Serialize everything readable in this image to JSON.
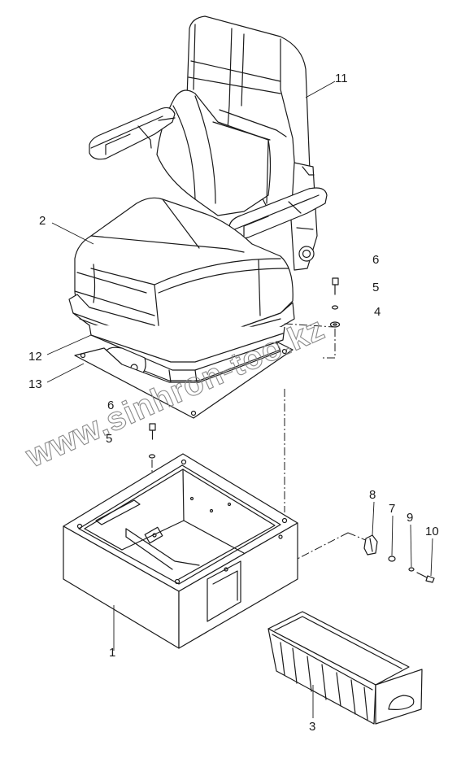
{
  "diagram": {
    "watermark": "www.sinhron-too.kz",
    "callouts": {
      "c1": "1",
      "c2": "2",
      "c3": "3",
      "c4": "4",
      "c5a": "5",
      "c5b": "5",
      "c6a": "6",
      "c6b": "6",
      "c7": "7",
      "c8": "8",
      "c9": "9",
      "c10": "10",
      "c11": "11",
      "c12": "12",
      "c13": "13"
    }
  }
}
